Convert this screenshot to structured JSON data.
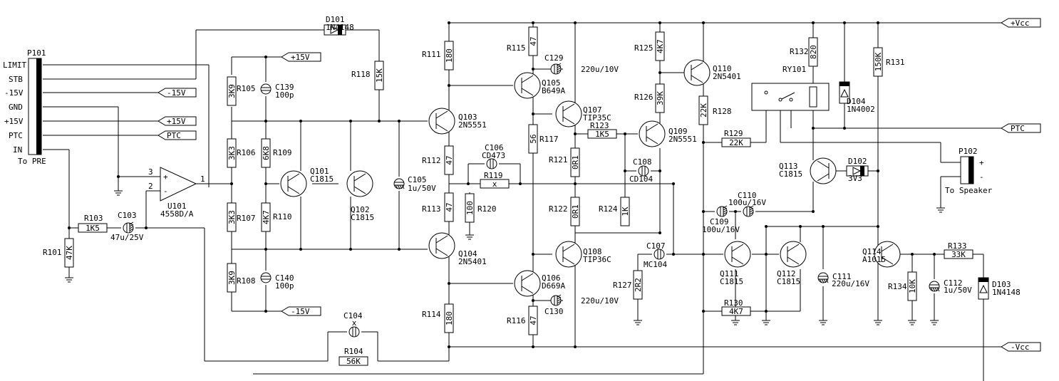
{
  "rails": {
    "pos": "+Vcc",
    "neg": "-Vcc",
    "pos15": "+15V",
    "neg15": "-15V",
    "ptc": "PTC"
  },
  "connectors": {
    "p101": {
      "ref": "P101",
      "note": "To PRE",
      "pins": [
        "LIMIT",
        "STB",
        "-15V",
        "GND",
        "+15V",
        "PTC",
        "IN"
      ]
    },
    "p102": {
      "ref": "P102",
      "note": "To Speaker",
      "plus": "+",
      "minus": "-"
    }
  },
  "opamp": {
    "ref": "U101",
    "part": "4558D/A",
    "pin_plus": "3",
    "pin_minus": "2",
    "pin_out": "1",
    "sym_plus": "+",
    "sym_minus": "-"
  },
  "resistors": [
    {
      "ref": "R101",
      "value": "47K"
    },
    {
      "ref": "R103",
      "value": "1K5"
    },
    {
      "ref": "R104",
      "value": "56K"
    },
    {
      "ref": "R105",
      "value": "3K9"
    },
    {
      "ref": "R106",
      "value": "3K3"
    },
    {
      "ref": "R107",
      "value": "3K3"
    },
    {
      "ref": "R108",
      "value": "3K9"
    },
    {
      "ref": "R109",
      "value": "6K8"
    },
    {
      "ref": "R110",
      "value": "4K7"
    },
    {
      "ref": "R111",
      "value": "180"
    },
    {
      "ref": "R112",
      "value": "47"
    },
    {
      "ref": "R113",
      "value": "47"
    },
    {
      "ref": "R114",
      "value": "180"
    },
    {
      "ref": "R115",
      "value": "47"
    },
    {
      "ref": "R116",
      "value": "47"
    },
    {
      "ref": "R117",
      "value": "56"
    },
    {
      "ref": "R118",
      "value": "15K"
    },
    {
      "ref": "R119",
      "value": "x"
    },
    {
      "ref": "R120",
      "value": "100"
    },
    {
      "ref": "R121",
      "value": "0R1"
    },
    {
      "ref": "R122",
      "value": "0R1"
    },
    {
      "ref": "R123",
      "value": "1K5"
    },
    {
      "ref": "R124",
      "value": "1K"
    },
    {
      "ref": "R125",
      "value": "4K7"
    },
    {
      "ref": "R126",
      "value": "39K"
    },
    {
      "ref": "R127",
      "value": "2R2"
    },
    {
      "ref": "R128",
      "value": "22K"
    },
    {
      "ref": "R129",
      "value": "22K"
    },
    {
      "ref": "R130",
      "value": "4K7"
    },
    {
      "ref": "R131",
      "value": "150K"
    },
    {
      "ref": "R132",
      "value": "820"
    },
    {
      "ref": "R133",
      "value": "33K"
    },
    {
      "ref": "R134",
      "value": "10K"
    }
  ],
  "capacitors": [
    {
      "ref": "C103",
      "value": "47u/25V"
    },
    {
      "ref": "C104",
      "value": "x"
    },
    {
      "ref": "C105",
      "value": "1u/50V"
    },
    {
      "ref": "C106",
      "value": "CD473"
    },
    {
      "ref": "C107",
      "value": "MC104"
    },
    {
      "ref": "C108",
      "value": "CD104"
    },
    {
      "ref": "C109",
      "value": "100u/16V"
    },
    {
      "ref": "C110",
      "value": "100u/16V"
    },
    {
      "ref": "C111",
      "value": "220u/16V"
    },
    {
      "ref": "C112",
      "value": "1u/50V"
    },
    {
      "ref": "C129",
      "value": "220u/10V"
    },
    {
      "ref": "C130",
      "value": "220u/10V"
    },
    {
      "ref": "C139",
      "value": "100p"
    },
    {
      "ref": "C140",
      "value": "100p"
    }
  ],
  "transistors": [
    {
      "ref": "Q101",
      "part": "C1815"
    },
    {
      "ref": "Q102",
      "part": "C1815"
    },
    {
      "ref": "Q103",
      "part": "2N5551"
    },
    {
      "ref": "Q104",
      "part": "2N5401"
    },
    {
      "ref": "Q105",
      "part": "B649A"
    },
    {
      "ref": "Q106",
      "part": "D669A"
    },
    {
      "ref": "Q107",
      "part": "TIP35C"
    },
    {
      "ref": "Q108",
      "part": "TIP36C"
    },
    {
      "ref": "Q109",
      "part": "2N5551"
    },
    {
      "ref": "Q110",
      "part": "2N5401"
    },
    {
      "ref": "Q111",
      "part": "C1815"
    },
    {
      "ref": "Q112",
      "part": "C1815"
    },
    {
      "ref": "Q113",
      "part": "C1815"
    },
    {
      "ref": "Q114",
      "part": "A1015"
    }
  ],
  "diodes": [
    {
      "ref": "D101",
      "part": "1N4148"
    },
    {
      "ref": "D102",
      "part": "3V3"
    },
    {
      "ref": "D103",
      "part": "1N4148"
    },
    {
      "ref": "D104",
      "part": "1N4002"
    }
  ],
  "relay": {
    "ref": "RY101"
  }
}
